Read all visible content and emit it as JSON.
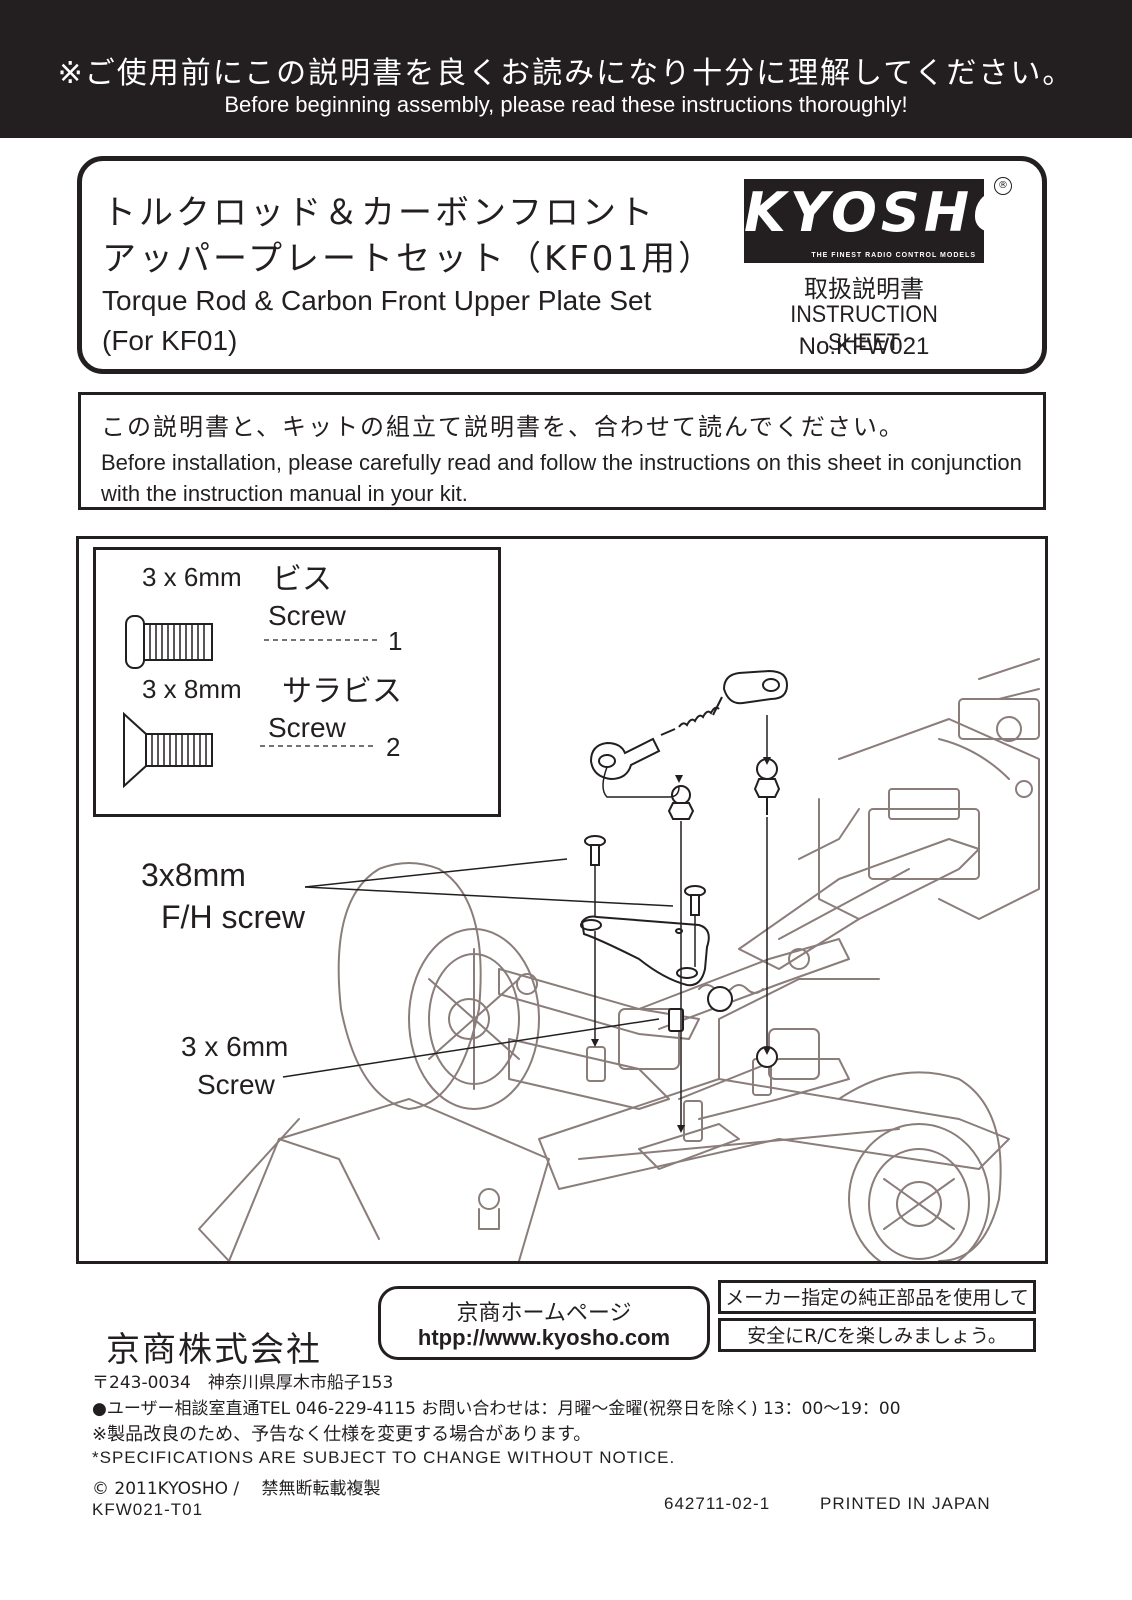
{
  "header": {
    "notice_jp": "※ご使用前にこの説明書を良くお読みになり十分に理解してください。",
    "notice_en": "Before beginning assembly, please read these instructions thoroughly!"
  },
  "title": {
    "jp_line1": "トルクロッド＆カーボンフロント",
    "jp_line2": "アッパープレートセット（KF01用）",
    "en_line1": "Torque Rod & Carbon Front Upper Plate Set",
    "en_line2": "(For KF01)"
  },
  "brand": {
    "logo_text": "KYOSHO",
    "tagline": "THE FINEST RADIO CONTROL MODELS",
    "registered": "®",
    "sheet_jp": "取扱説明書",
    "sheet_en": "INSTRUCTION SHEET",
    "sheet_no": "No.KFW021"
  },
  "note": {
    "jp": "この説明書と、キットの組立て説明書を、合わせて読んでください。",
    "en": "Before installation, please carefully read and follow the instructions on this sheet in conjunction with the instruction manual in your kit."
  },
  "parts": [
    {
      "size": "3 x 6mm",
      "name_jp": "ビス",
      "name_en": "Screw",
      "qty": "1",
      "icon": "pan-head-screw-icon"
    },
    {
      "size": "3 x 8mm",
      "name_jp": "サラビス",
      "name_en": "Screw",
      "qty": "2",
      "icon": "flat-head-screw-icon"
    }
  ],
  "callouts": {
    "fh_line1": "3x8mm",
    "fh_line2": "F/H screw",
    "screw_line1": "3 x 6mm",
    "screw_line2": "Screw"
  },
  "footer": {
    "company": "京商株式会社",
    "homepage_jp": "京商ホームページ",
    "homepage_url": "htpp://www.kyosho.com",
    "genuine_line1": "メーカー指定の純正部品を使用して",
    "genuine_line2": "安全にR/Cを楽しみましょう。",
    "address": "〒243-0034　神奈川県厚木市船子153",
    "tel": "●ユーザー相談室直通TEL 046-229-4115  お問い合わせは：月曜〜金曜(祝祭日を除く) 13：00〜19：00",
    "change_jp": "※製品改良のため、予告なく仕様を変更する場合があります。",
    "change_en": "*SPECIFICATIONS  ARE  SUBJECT  TO  CHANGE  WITHOUT  NOTICE.",
    "copyright": "© 2011KYOSHO /　 禁無断転載複製",
    "code": "KFW021-T01",
    "part_no": "642711-02-1",
    "printed": "PRINTED IN JAPAN"
  },
  "colors": {
    "ink": "#231f20",
    "line_art": "#8a7d7a",
    "paper": "#ffffff"
  }
}
